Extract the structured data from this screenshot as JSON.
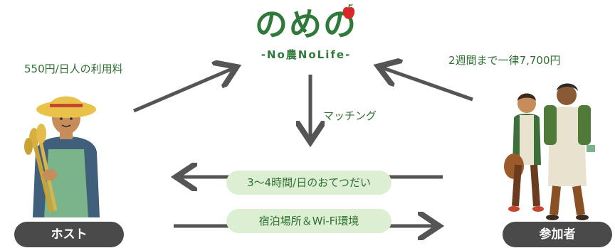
{
  "logo": {
    "text": "のめの",
    "tagline": "-No農NoLife-",
    "icon": "apple-icon"
  },
  "labels": {
    "host_fee": "550円/日人の利用料",
    "participant_price": "2週間まで一律7,700円",
    "matching": "マッチング"
  },
  "exchange": {
    "help": "3〜4時間/日のおてつだい",
    "stay": "宿泊場所＆Wi-Fi環境"
  },
  "roles": {
    "host": "ホスト",
    "participant": "参加者"
  },
  "colors": {
    "brand_green": "#2f7a3a",
    "pill_bg": "#dcefd3",
    "badge_bg": "#4a4a4a",
    "arrow": "#555555"
  }
}
